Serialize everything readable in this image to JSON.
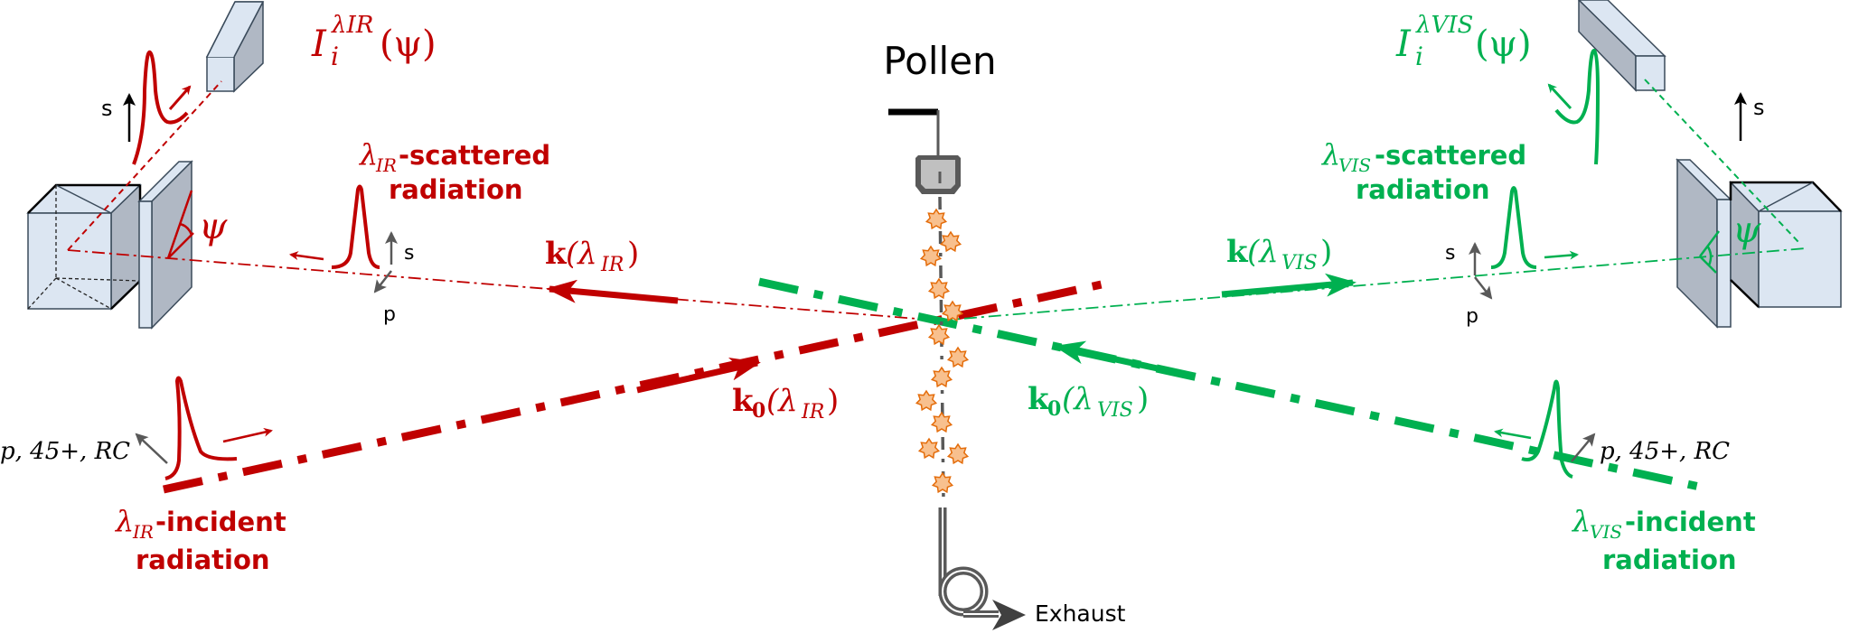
{
  "title": "Pollen",
  "exhaust_label": "Exhaust",
  "colors": {
    "ir": "#C00000",
    "vis": "#00B050",
    "gray": "#595959",
    "pollen_fill": "#F8C08E",
    "pollen_stroke": "#E46C0A",
    "box_light": "#DCE6F2",
    "box_dark": "#B0B8C4"
  },
  "ir": {
    "detector_label": {
      "base": "I",
      "sub": "i",
      "sup": "λIR",
      "arg": "(ψ)"
    },
    "scattered_label": {
      "symbol": "λ",
      "sub": "IR",
      "text": "-scattered",
      "line2": "radiation"
    },
    "incident_label": {
      "symbol": "λ",
      "sub": "IR",
      "text": "-incident",
      "line2": "radiation"
    },
    "k_label": {
      "vec": "k",
      "open": "(λ",
      "sub": "IR",
      "close": ")"
    },
    "k0_label": {
      "vec": "k",
      "vecsub": "0",
      "open": "(λ",
      "sub": "IR",
      "close": ")"
    },
    "psi": "ψ",
    "polarization": "p, 45+, RC",
    "s_label": "s",
    "p_label": "p",
    "detector_s_label": "s"
  },
  "vis": {
    "detector_label": {
      "base": "I",
      "sub": "i",
      "sup": "λVIS",
      "arg": "(ψ)"
    },
    "scattered_label": {
      "symbol": "λ",
      "sub": "VIS",
      "text": "-scattered",
      "line2": "radiation"
    },
    "incident_label": {
      "symbol": "λ",
      "sub": "VIS",
      "text": "-incident",
      "line2": "radiation"
    },
    "k_label": {
      "vec": "k",
      "open": "(λ",
      "sub": "VIS",
      "close": ")"
    },
    "k0_label": {
      "vec": "k",
      "vecsub": "0",
      "open": "(λ",
      "sub": "VIS",
      "close": ")"
    },
    "psi": "ψ",
    "polarization": "p, 45+, RC",
    "s_label": "s",
    "p_label": "p",
    "detector_s_label": "s"
  },
  "pollen_particles": 13
}
